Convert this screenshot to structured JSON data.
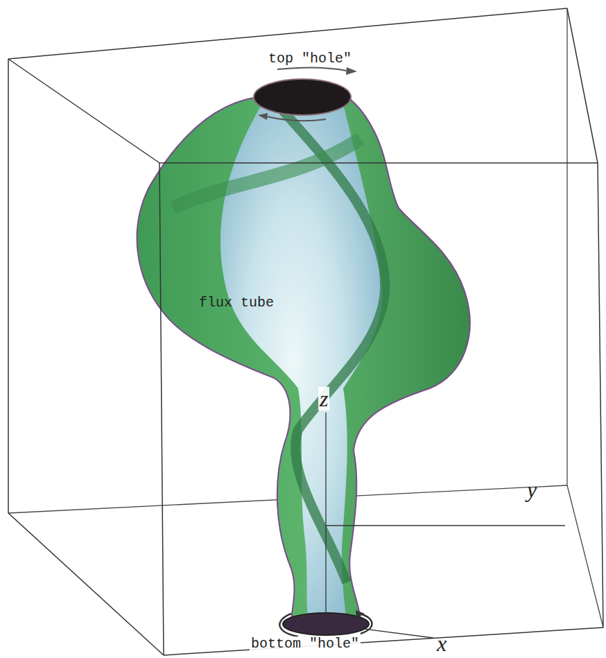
{
  "diagram": {
    "labels": [
      "top \"hole\"",
      "flux tube",
      "z",
      "y",
      "bottom \"hole\"",
      "x"
    ]
  }
}
